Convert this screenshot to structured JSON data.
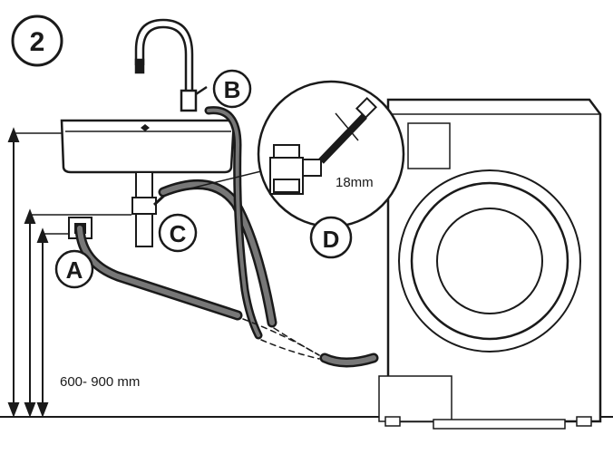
{
  "step": {
    "number": "2"
  },
  "callouts": [
    {
      "id": "A",
      "label": "A"
    },
    {
      "id": "B",
      "label": "B"
    },
    {
      "id": "C",
      "label": "C"
    },
    {
      "id": "D",
      "label": "D"
    }
  ],
  "dimensions": {
    "height_range": "600- 900 mm",
    "hose_diameter": "18mm"
  }
}
